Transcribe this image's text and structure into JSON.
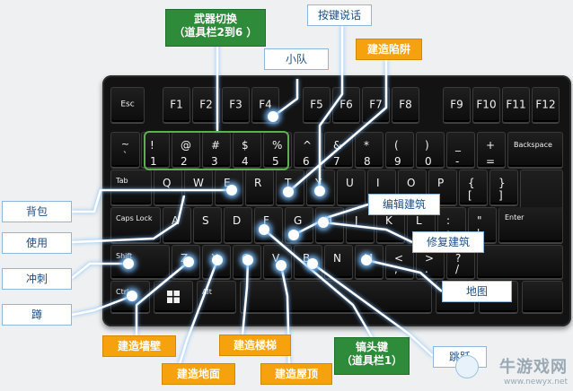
{
  "keyboard": {
    "rows": {
      "fn": [
        "Esc",
        "F1",
        "F2",
        "F3",
        "F4",
        "F5",
        "F6",
        "F7",
        "F8",
        "F9",
        "F10",
        "F11",
        "F12"
      ],
      "num": {
        "tilde": {
          "top": "~",
          "bottom": "`"
        },
        "keys": [
          {
            "top": "!",
            "bottom": "1"
          },
          {
            "top": "@",
            "bottom": "2"
          },
          {
            "top": "#",
            "bottom": "3"
          },
          {
            "top": "$",
            "bottom": "4"
          },
          {
            "top": "%",
            "bottom": "5"
          },
          {
            "top": "^",
            "bottom": "6"
          },
          {
            "top": "&",
            "bottom": "7"
          },
          {
            "top": "*",
            "bottom": "8"
          },
          {
            "top": "(",
            "bottom": "9"
          },
          {
            "top": ")",
            "bottom": "0"
          },
          {
            "top": "_",
            "bottom": "-"
          },
          {
            "top": "+",
            "bottom": "="
          }
        ],
        "backspace": "Backspace"
      },
      "qwerty": {
        "tab": "Tab",
        "letters": [
          "Q",
          "W",
          "E",
          "R",
          "T",
          "Y",
          "U",
          "I",
          "O",
          "P"
        ],
        "brackets": [
          {
            "top": "{",
            "bottom": "["
          },
          {
            "top": "}",
            "bottom": "]"
          }
        ]
      },
      "home": {
        "caps": "Caps Lock",
        "letters": [
          "A",
          "S",
          "D",
          "F",
          "G",
          "H",
          "J",
          "K",
          "L"
        ],
        "semicolon": {
          "top": ":",
          "bottom": ";"
        },
        "quote": {
          "top": "\"",
          "bottom": "'"
        },
        "enter": "Enter"
      },
      "shift": {
        "shift": "Shift",
        "letters": [
          "Z",
          "X",
          "C",
          "V",
          "B",
          "N",
          "M"
        ],
        "comma": {
          "top": "<",
          "bottom": ","
        },
        "period": {
          "top": ">",
          "bottom": "."
        },
        "slash": {
          "top": "?",
          "bottom": "/"
        }
      },
      "bottom": {
        "ctrl": "Ctrl",
        "alt": "Alt"
      }
    }
  },
  "callouts": {
    "weapon_switch": {
      "line1": "武器切换",
      "line2": "（道具栏2到6 ）"
    },
    "push_to_talk": "按键说话",
    "squad": "小队",
    "build_trap": "建造陷阱",
    "backpack": "背包",
    "use": "使用",
    "sprint": "冲刺",
    "crouch": "蹲",
    "edit_building": "编辑建筑",
    "repair_building": "修复建筑",
    "map": "地图",
    "jump": "跳跃",
    "build_wall": "建造墙壁",
    "build_floor": "建造地面",
    "build_stairs": "建造楼梯",
    "build_roof": "建造屋顶",
    "pickaxe": {
      "line1": "镐头键",
      "line2": "（道具栏1）"
    }
  },
  "watermark": {
    "brand": "牛游戏网",
    "url": "www.newyx.net"
  },
  "colors": {
    "keyboard": "#131313",
    "key_text": "#f2f2f2",
    "highlight": "#5ab14d",
    "label_orange": "#f6a20f",
    "label_green": "#2e8b3a",
    "label_border": "#8fb6dc",
    "label_text": "#1f4f86",
    "glow": "#78beff"
  }
}
